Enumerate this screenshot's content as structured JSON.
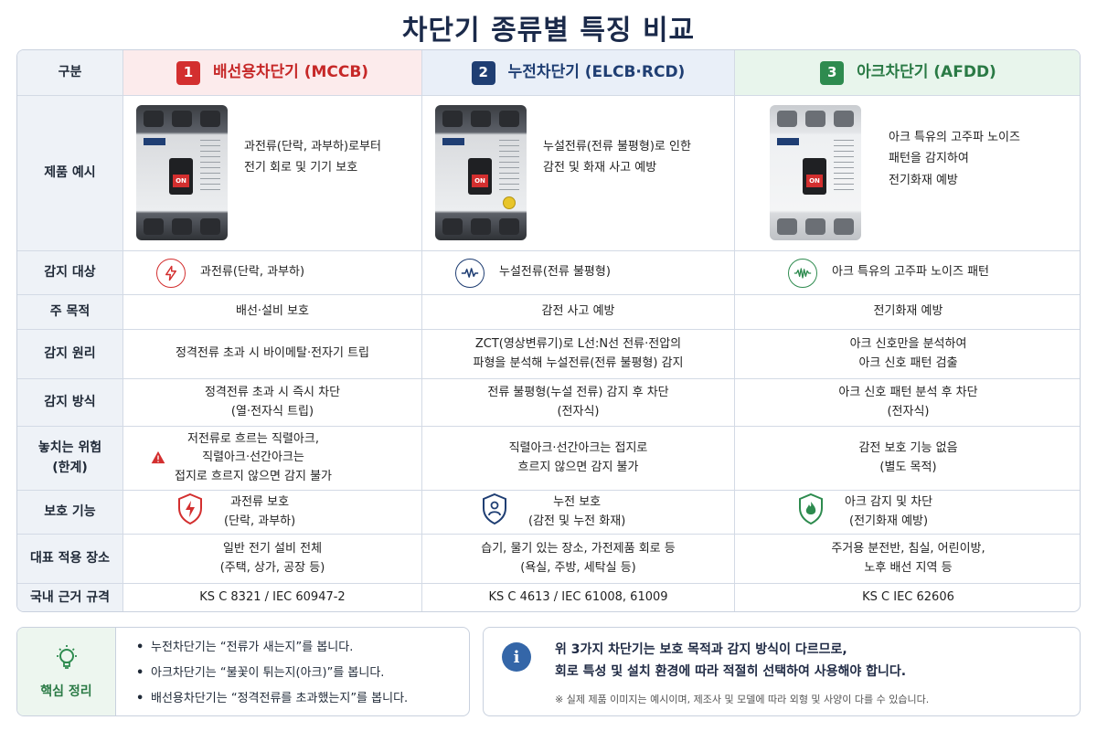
{
  "title": "차단기 종류별 특징 비교",
  "table": {
    "corner": "구분",
    "columns": [
      {
        "num": "1",
        "name": "배선용차단기 (MCCB)"
      },
      {
        "num": "2",
        "name": "누전차단기 (ELCB·RCD)"
      },
      {
        "num": "3",
        "name": "아크차단기 (AFDD)"
      }
    ],
    "rows": {
      "product": {
        "label": "제품 예시",
        "cells": [
          {
            "l1": "과전류(단락, 과부하)로부터",
            "l2": "전기 회로 및 기기 보호",
            "l3": ""
          },
          {
            "l1": "누설전류(전류 불평형)로 인한",
            "l2": "감전 및 화재 사고 예방",
            "l3": ""
          },
          {
            "l1": "아크 특유의 고주파 노이즈",
            "l2": "패턴을 감지하여",
            "l3": "전기화재 예방"
          }
        ],
        "on_label": "ON"
      },
      "detect_target": {
        "label": "감지 대상",
        "cells": [
          "과전류(단락, 과부하)",
          "누설전류(전류 불평형)",
          "아크 특유의 고주파 노이즈 패턴"
        ]
      },
      "purpose": {
        "label": "주 목적",
        "cells": [
          "배선·설비 보호",
          "감전 사고 예방",
          "전기화재 예방"
        ]
      },
      "principle": {
        "label": "감지 원리",
        "cells": [
          {
            "l1": "정격전류 초과 시 바이메탈·전자기 트립",
            "l2": ""
          },
          {
            "l1": "ZCT(영상변류기)로 L선:N선 전류·전압의",
            "l2": "파형을 분석해 누설전류(전류 불평형) 감지"
          },
          {
            "l1": "아크 신호만을 분석하여",
            "l2": "아크 신호 패턴 검출"
          }
        ]
      },
      "method": {
        "label": "감지 방식",
        "cells": [
          {
            "l1": "정격전류 초과 시 즉시 차단",
            "l2": "(열·전자식 트립)"
          },
          {
            "l1": "전류 불평형(누설 전류) 감지 후 차단",
            "l2": "(전자식)"
          },
          {
            "l1": "아크 신호 패턴 분석 후 차단",
            "l2": "(전자식)"
          }
        ]
      },
      "risk": {
        "label1": "놓치는 위험",
        "label2": "(한계)",
        "cells": [
          {
            "l1": "저전류로 흐르는 직렬아크,",
            "l2": "직렬아크·선간아크는",
            "l3": "접지로 흐르지 않으면 감지 불가"
          },
          {
            "l1": "직렬아크·선간아크는 접지로",
            "l2": "흐르지 않으면 감지 불가",
            "l3": ""
          },
          {
            "l1": "감전 보호 기능 없음",
            "l2": "(별도 목적)",
            "l3": ""
          }
        ]
      },
      "protection": {
        "label": "보호 기능",
        "cells": [
          {
            "l1": "과전류 보호",
            "l2": "(단락, 과부하)"
          },
          {
            "l1": "누전 보호",
            "l2": "(감전 및 누전 화재)"
          },
          {
            "l1": "아크 감지 및 차단",
            "l2": "(전기화재 예방)"
          }
        ]
      },
      "locations": {
        "label": "대표 적용 장소",
        "cells": [
          {
            "l1": "일반 전기 설비 전체",
            "l2": "(주택, 상가, 공장 등)"
          },
          {
            "l1": "습기, 물기 있는 장소, 가전제품 회로 등",
            "l2": "(욕실, 주방, 세탁실 등)"
          },
          {
            "l1": "주거용 분전반, 침실, 어린이방,",
            "l2": "노후 배선 지역 등"
          }
        ]
      },
      "standard": {
        "label": "국내 근거 규격",
        "cells": [
          "KS C 8321 / IEC 60947-2",
          "KS C 4613 / IEC 61008, 61009",
          "KS C IEC 62606"
        ]
      }
    }
  },
  "summary": {
    "label": "핵심 정리",
    "items": [
      "누전차단기는 “전류가 새는지”를 봅니다.",
      "아크차단기는 “불꽃이 튀는지(아크)”를 봅니다.",
      "배선용차단기는 “정격전류를 초과했는지”를 봅니다."
    ]
  },
  "note": {
    "icon": "i",
    "line1": "위 3가지 차단기는 보호 목적과 감지 방식이 다르므로,",
    "line2": "회로 특성 및 설치 환경에 따라 적절히 선택하여 사용해야 합니다.",
    "small": "※ 실제 제품 이미지는 예시이며, 제조사 및 모델에 따라 외형 및 사양이 다를 수 있습니다."
  },
  "colors": {
    "red": "#d32f2f",
    "navy": "#1f3e73",
    "green": "#2e8b4f",
    "title": "#1b2a4a"
  }
}
